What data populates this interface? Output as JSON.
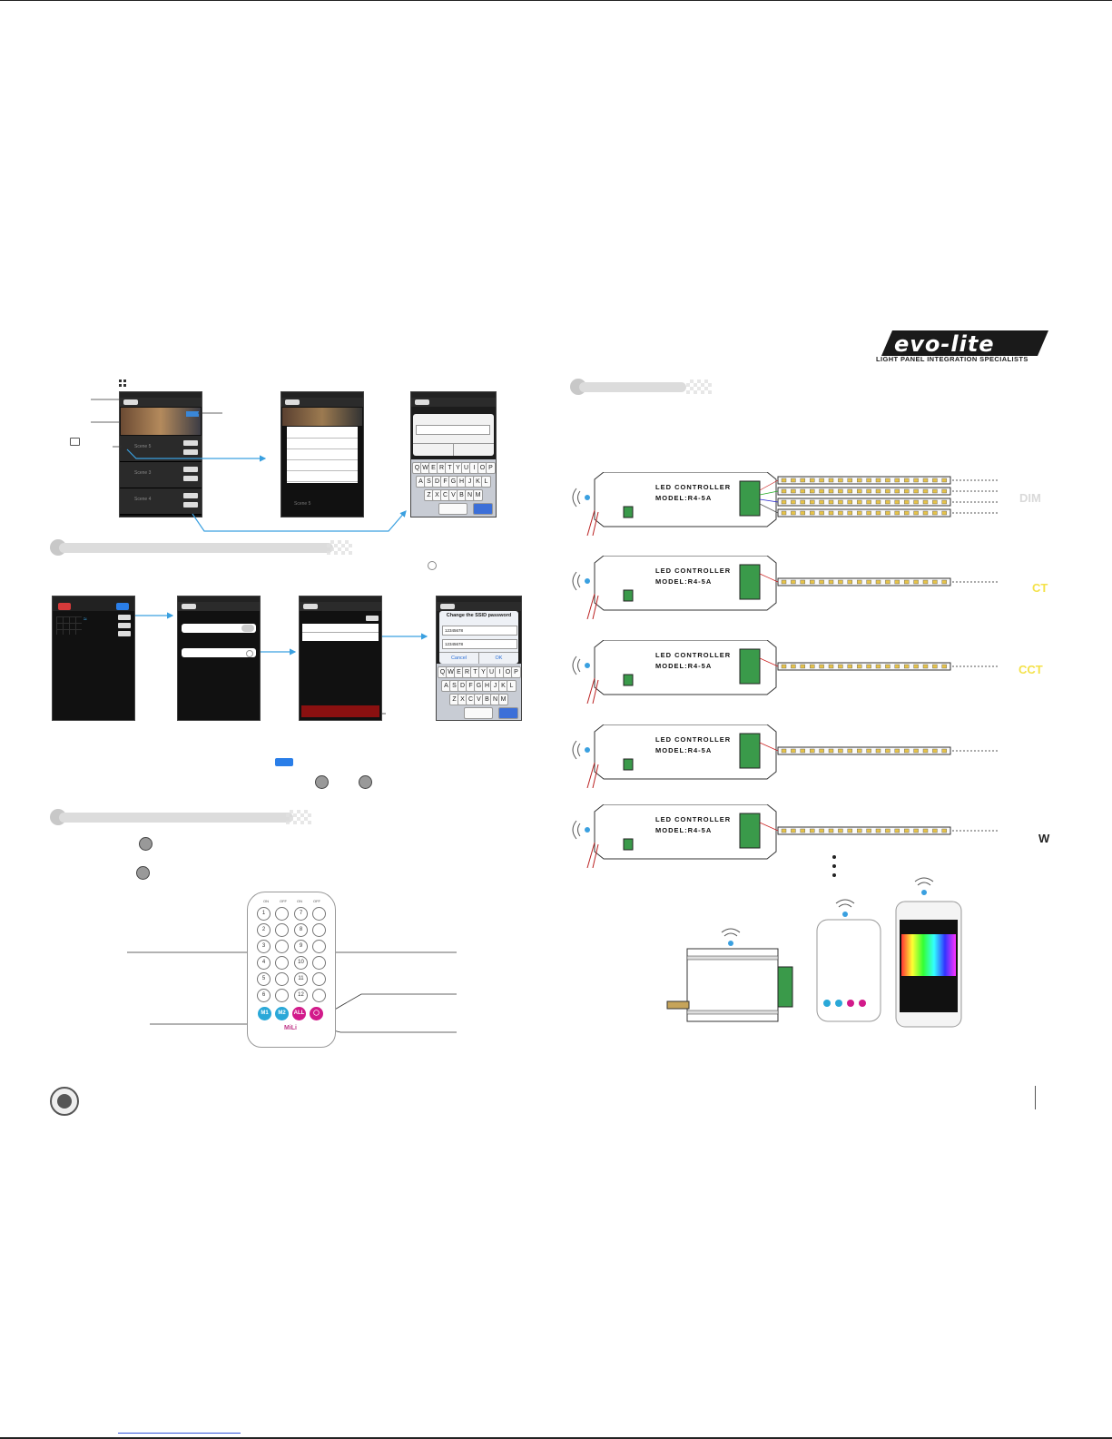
{
  "brand": {
    "logo_text": "evo-lite",
    "tagline": "LIGHT PANEL INTEGRATION SPECIALISTS"
  },
  "keyboard": {
    "row1": [
      "Q",
      "W",
      "E",
      "R",
      "T",
      "Y",
      "U",
      "I",
      "O",
      "P"
    ],
    "row2": [
      "A",
      "S",
      "D",
      "F",
      "G",
      "H",
      "J",
      "K",
      "L"
    ],
    "row3": [
      "Z",
      "X",
      "C",
      "V",
      "B",
      "N",
      "M"
    ]
  },
  "scenes": {
    "row3": "Scene 3",
    "row4": "Scene 4",
    "row5": "Scene 5",
    "last": "Scene 5"
  },
  "ssid_dialog": {
    "title": "Change the SSID password",
    "field1": "12345678",
    "field2": "12345678",
    "cancel": "Cancel",
    "ok": "OK"
  },
  "controller": {
    "label1": "LED CONTROLLER",
    "label2": "MODEL:R4-5A"
  },
  "modes": {
    "dim": "DIM",
    "ct": "CT",
    "cct": "CCT",
    "w": "W"
  },
  "remote": {
    "head": [
      "ON",
      "OFF",
      "ON",
      "OFF"
    ],
    "left_col": [
      "1",
      "2",
      "3",
      "4",
      "5",
      "6"
    ],
    "right_col": [
      "7",
      "8",
      "9",
      "10",
      "11",
      "12"
    ],
    "m1": "M1",
    "m2": "M2",
    "all": "ALL",
    "brand": "MiLi"
  },
  "colors": {
    "accent_blue": "#3aa0e0",
    "magenta": "#d21a8a",
    "cyan": "#2aa8d8"
  }
}
